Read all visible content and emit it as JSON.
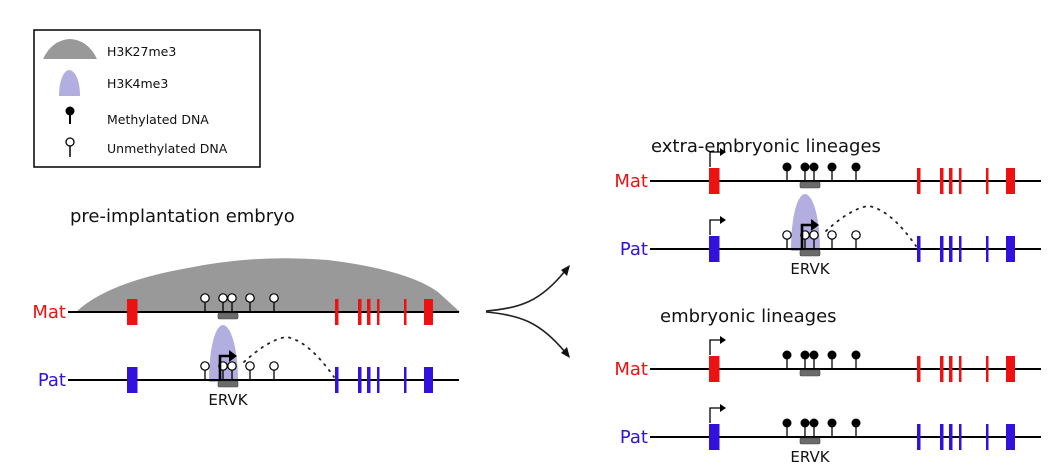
{
  "legend": {
    "items": [
      {
        "label": "H3K27me3",
        "icon": "gray-broad-peak"
      },
      {
        "label": "H3K4me3",
        "icon": "lavender-narrow-peak"
      },
      {
        "label": "Methylated DNA",
        "icon": "filled-lollipop"
      },
      {
        "label": "Unmethylated DNA",
        "icon": "open-lollipop"
      }
    ]
  },
  "colors": {
    "maternal": "#ee1111",
    "paternal": "#3311dd",
    "h3k27me3": "#999999",
    "h3k4me3": "#b3aee0",
    "ervk_box": "#6b6b6b",
    "line": "#000000"
  },
  "panels": [
    {
      "id": "pre-implantation",
      "title": "pre-implantation embryo",
      "alleles": [
        {
          "label": "Mat",
          "h3k27me3": true,
          "h3k4me3": false,
          "cpg_state": "unmethylated",
          "ervk_promoter_active": false,
          "gene_promoter_arrow": false,
          "splice_link": false,
          "ervk_label": ""
        },
        {
          "label": "Pat",
          "h3k27me3": false,
          "h3k4me3": true,
          "cpg_state": "unmethylated",
          "ervk_promoter_active": true,
          "gene_promoter_arrow": false,
          "splice_link": true,
          "ervk_label": "ERVK"
        }
      ]
    },
    {
      "id": "extra-embryonic",
      "title": "extra-embryonic lineages",
      "alleles": [
        {
          "label": "Mat",
          "h3k27me3": false,
          "h3k4me3": false,
          "cpg_state": "methylated",
          "ervk_promoter_active": false,
          "gene_promoter_arrow": true,
          "splice_link": false,
          "ervk_label": ""
        },
        {
          "label": "Pat",
          "h3k27me3": false,
          "h3k4me3": true,
          "cpg_state": "unmethylated",
          "ervk_promoter_active": true,
          "gene_promoter_arrow": true,
          "splice_link": true,
          "ervk_label": "ERVK"
        }
      ]
    },
    {
      "id": "embryonic",
      "title": "embryonic lineages",
      "alleles": [
        {
          "label": "Mat",
          "h3k27me3": false,
          "h3k4me3": false,
          "cpg_state": "methylated",
          "ervk_promoter_active": false,
          "gene_promoter_arrow": true,
          "splice_link": false,
          "ervk_label": ""
        },
        {
          "label": "Pat",
          "h3k27me3": false,
          "h3k4me3": false,
          "cpg_state": "methylated",
          "ervk_promoter_active": false,
          "gene_promoter_arrow": true,
          "splice_link": false,
          "ervk_label": "ERVK"
        }
      ]
    }
  ]
}
